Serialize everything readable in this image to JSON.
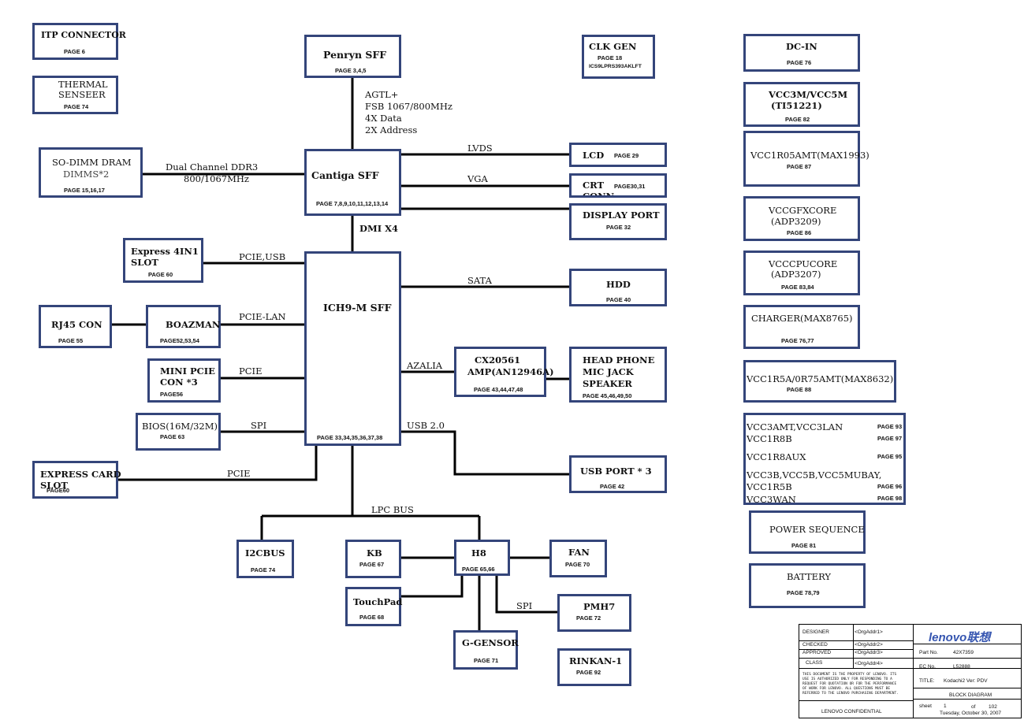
{
  "blocks": {
    "itp": {
      "title": "ITP CONNECTOR",
      "page": "PAGE 6"
    },
    "thermal": {
      "title1": "THERMAL",
      "title2": "SENSEER",
      "page": "PAGE 74"
    },
    "penryn": {
      "title": "Penryn SFF",
      "page": "PAGE 3,4,5"
    },
    "clkgen": {
      "title": "CLK GEN",
      "page": "PAGE 18",
      "part": "ICS9LPRS393AKLFT"
    },
    "sodimm": {
      "title": "SO-DIMM  DRAM",
      "sub": "DIMMS*2",
      "page": "PAGE 15,16,17"
    },
    "cantiga": {
      "title": "Cantiga SFF",
      "page": "PAGE 7,8,9,10,11,12,13,14"
    },
    "lcd": {
      "title": "LCD",
      "page": "PAGE 29"
    },
    "crt": {
      "title1": "CRT",
      "title2": "CONN",
      "page": "PAGE30,31"
    },
    "dp": {
      "title": "DISPLAY PORT",
      "page": "PAGE 32"
    },
    "express4in1": {
      "title1": "Express 4IN1",
      "title2": "SLOT",
      "page": "PAGE 60"
    },
    "ich9": {
      "title": "ICH9-M SFF",
      "page": "PAGE 33,34,35,36,37,38"
    },
    "hdd": {
      "title": "HDD",
      "page": "PAGE 40"
    },
    "rj45": {
      "title": "RJ45 CON",
      "page": "PAGE 55"
    },
    "boazman": {
      "title": "BOAZMAN",
      "page": "PAGE52,53,54"
    },
    "cx": {
      "title1": "CX20561",
      "title2": "AMP(AN12946A)",
      "page": "PAGE 43,44,47,48"
    },
    "headphone": {
      "line1": "HEAD PHONE",
      "line2": "MIC JACK",
      "line3": "SPEAKER",
      "page": "PAGE 45,46,49,50"
    },
    "minipcie": {
      "title1": "MINI PCIE",
      "title2": "CON *3",
      "page": "PAGE56"
    },
    "bios": {
      "title": "BIOS(16M/32M)",
      "page": "PAGE 63"
    },
    "expresscard": {
      "title1": "EXPRESS CARD",
      "title2": "SLOT",
      "page": "PAGE60"
    },
    "usbport": {
      "title": "USB PORT * 3",
      "page": "PAGE 42"
    },
    "i2cbus": {
      "title": "I2CBUS",
      "page": "PAGE 74"
    },
    "kb": {
      "title": "KB",
      "page": "PAGE 67"
    },
    "h8": {
      "title": "H8",
      "page": "PAGE 65,66"
    },
    "fan": {
      "title": "FAN",
      "page": "PAGE 70"
    },
    "touchpad": {
      "title": "TouchPad",
      "page": "PAGE 68"
    },
    "pmh7": {
      "title": "PMH7",
      "page": "PAGE 72"
    },
    "gsensor": {
      "title": "G-GENSOR",
      "page": "PAGE 71"
    },
    "rinkan": {
      "title": "RINKAN-1",
      "page": "PAGE 92"
    }
  },
  "power": {
    "dcin": {
      "title": "DC-IN",
      "page": "PAGE 76"
    },
    "vcc3m": {
      "title1": "VCC3M/VCC5M",
      "title2": "(TI51221)",
      "page": "PAGE 82"
    },
    "vcc1r05": {
      "title": "VCC1R05AMT(MAX1993)",
      "page": "PAGE 87"
    },
    "vccgfx": {
      "title1": "VCCGFXCORE",
      "title2": "(ADP3209)",
      "page": "PAGE 86"
    },
    "vcccpu": {
      "title1": "VCCCPUCORE",
      "title2": "(ADP3207)",
      "page": "PAGE 83,84"
    },
    "charger": {
      "title": "CHARGER(MAX8765)",
      "page": "PAGE 76,77"
    },
    "vcc1r5a": {
      "title": "VCC1R5A/0R75AMT(MAX8632)",
      "page": "PAGE 88"
    },
    "multi": {
      "l1": "VCC3AMT,VCC3LAN",
      "p1": "PAGE 93",
      "l2": "VCC1R8B",
      "p2": "PAGE 97",
      "l3": "VCC1R8AUX",
      "p3": "PAGE 95",
      "l4": "VCC3B,VCC5B,VCC5MUBAY,",
      "l5": "VCC1R5B",
      "p5": "PAGE 96",
      "l6": "VCC3WAN",
      "p6": "PAGE 98"
    },
    "powerseq": {
      "title": "POWER SEQUENCE",
      "page": "PAGE 81"
    },
    "battery": {
      "title": "BATTERY",
      "page": "PAGE 78,79"
    }
  },
  "buses": {
    "agtl1": "AGTL+",
    "agtl2": "FSB 1067/800MHz",
    "agtl3": "4X Data",
    "agtl4": "2X Address",
    "ddr1": "Dual Channel DDR3",
    "ddr2": "800/1067MHz",
    "lvds": "LVDS",
    "vga": "VGA",
    "dmi": "DMI X4",
    "pcieusb": "PCIE,USB",
    "sata": "SATA",
    "pcielan": "PCIE-LAN",
    "azalia": "AZALIA",
    "pcie_mini": "PCIE",
    "spi": "SPI",
    "usb20": "USB 2.0",
    "pcie_card": "PCIE",
    "lpcbus": "LPC BUS",
    "spi_pmh7": "SPI"
  },
  "titleblock": {
    "designer_label": "DESIGNER",
    "designer_val": "<OrgAddr1>",
    "checked_label": "CHECKED",
    "checked_val": "<OrgAddr2>",
    "approved_label": "APPROVED",
    "approved_val": "<OrgAddr3>",
    "class_label": "CLASS",
    "class_val": "<OrgAddr4>",
    "logo": "lenovo联想",
    "partno_label": "Part No.",
    "partno_val": "42X7359",
    "ecno_label": "EC No.",
    "ecno_val": "L52888",
    "notice1": "THIS DOCUMENT IS THE PROPERTY OF LENOVO. ITS",
    "notice2": "USE IS AUTHORIZED ONLY FOR RESPONDING TO A",
    "notice3": "REQUEST FOR QUOTATION OR FOR THE PERFORMANCE",
    "notice4": "OF WORK FOR LENOVO. ALL QUESTIONS MUST BE",
    "notice5": "REFERRED TO THE LENOVO PURCHASING DEPARTMENT.",
    "title_label": "TITLE:",
    "title_val": "Kodachi2  Ver: PDV",
    "diagram": "BLOCK DIAGRAM",
    "confidential": "LENOVO CONFIDENTIAL",
    "sheet_label": "sheet",
    "sheet_val": "1",
    "of_label": "of",
    "of_val": "102",
    "date": "Tuesday, October 30, 2007"
  }
}
